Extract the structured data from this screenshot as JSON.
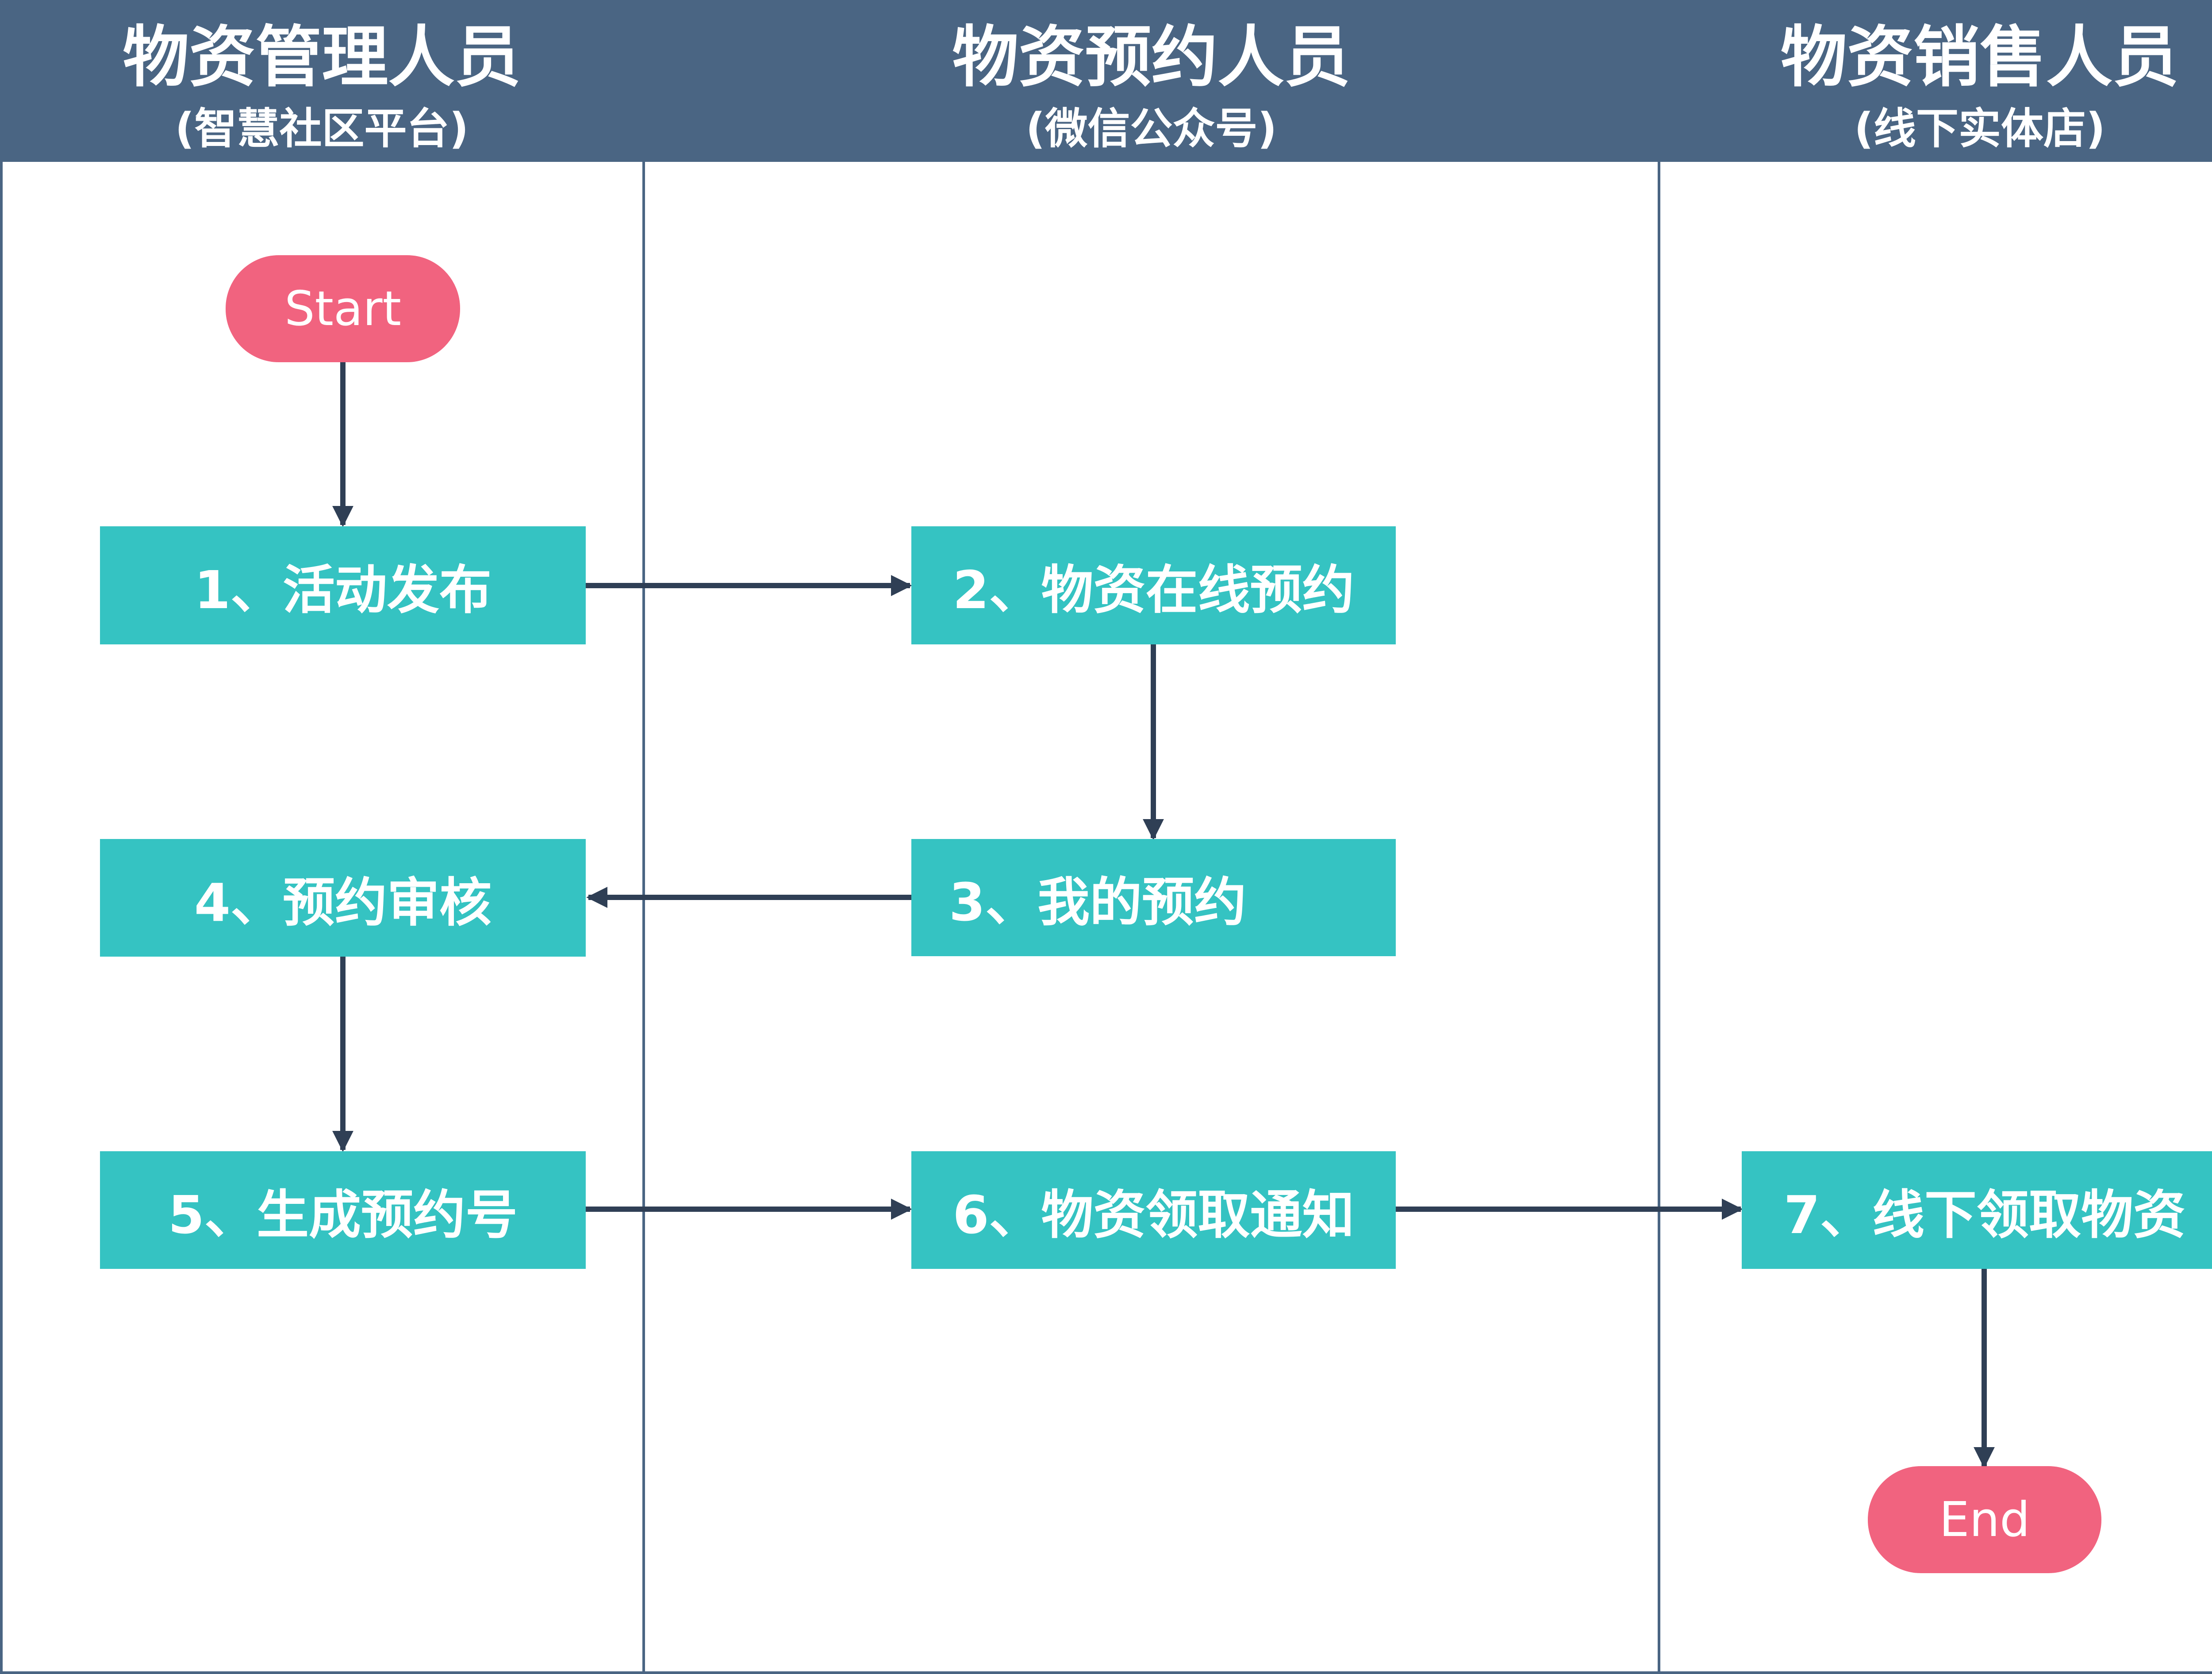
{
  "lanes": [
    {
      "title": "物资管理人员",
      "subtitle": "(智慧社区平台)"
    },
    {
      "title": "物资预约人员",
      "subtitle": "(微信公众号)"
    },
    {
      "title": "物资销售人员",
      "subtitle": "(线下实体店)"
    }
  ],
  "start_label": "Start",
  "end_label": "End",
  "steps": [
    {
      "label": "1、活动发布"
    },
    {
      "label": "2、物资在线预约"
    },
    {
      "label": "3、我的预约"
    },
    {
      "label": "4、预约审核"
    },
    {
      "label": "5、生成预约号"
    },
    {
      "label": "6、物资领取通知"
    },
    {
      "label": "7、线下领取物资"
    }
  ],
  "colors": {
    "header": "#4a6583",
    "process": "#35c3c2",
    "terminal": "#f1637f",
    "arrow": "#2f3f55"
  }
}
